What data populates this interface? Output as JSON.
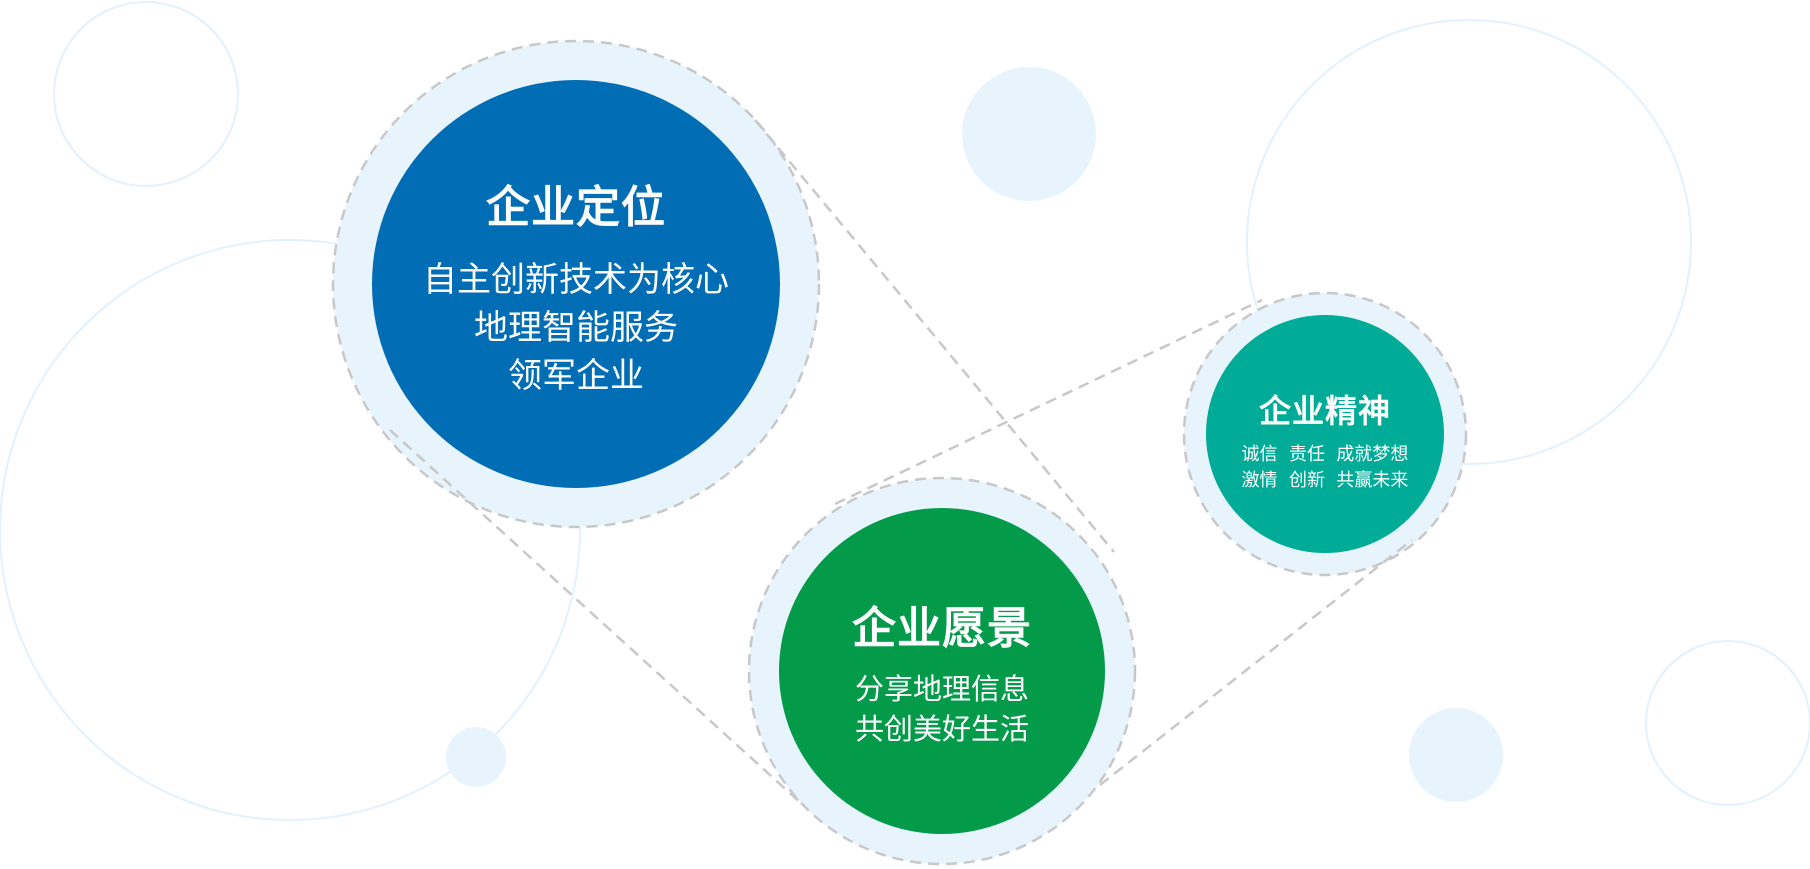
{
  "colors": {
    "deco_line": "#e3f1fb",
    "deco_fill": "#e8f4fc",
    "halo": "#e8f4fc",
    "dash": "#c8c8c8",
    "positioning": "#016db4",
    "vision": "#039b4a",
    "spirit": "#00ab98"
  },
  "positioning": {
    "title": "企业定位",
    "lines": [
      "自主创新技术为核心",
      "地理智能服务",
      "领军企业"
    ]
  },
  "vision": {
    "title": "企业愿景",
    "lines": [
      "分享地理信息",
      "共创美好生活"
    ]
  },
  "spirit": {
    "title": "企业精神",
    "lines": [
      "诚信  责任  成就梦想",
      "激情  创新  共赢未来"
    ]
  }
}
